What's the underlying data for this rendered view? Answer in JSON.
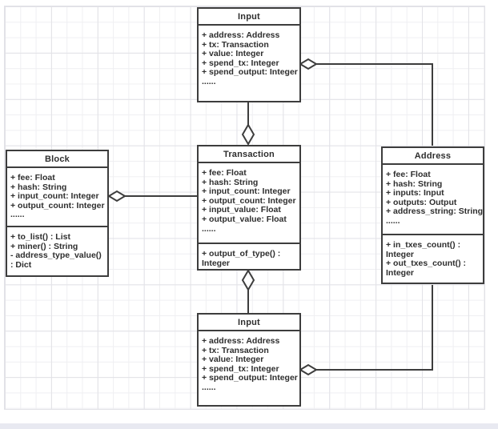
{
  "colors": {
    "stroke": "#3d3d3d",
    "grid_minor": "#efeff2",
    "grid_major": "#e2e2e7",
    "bottom_bar": "#e8e9f1",
    "box_fill": "#ffffff"
  },
  "classes": {
    "input_top": {
      "title": "Input",
      "attributes": [
        "+ address: Address",
        "+ tx: Transaction",
        "+ value: Integer",
        "+ spend_tx: Integer",
        "+ spend_output: Integer",
        "......"
      ]
    },
    "block": {
      "title": "Block",
      "attributes": [
        "+ fee: Float",
        "+ hash: String",
        "+ input_count: Integer",
        "+ output_count: Integer",
        "......"
      ],
      "methods": [
        "+ to_list() : List",
        "+ miner() : String",
        "- address_type_value() : Dict"
      ]
    },
    "transaction": {
      "title": "Transaction",
      "attributes": [
        "+ fee: Float",
        "+ hash: String",
        "+ input_count: Integer",
        "+ output_count: Integer",
        "+ input_value: Float",
        "+ output_value: Float",
        "......"
      ],
      "methods": [
        "+ output_of_type() : Integer"
      ]
    },
    "address": {
      "title": "Address",
      "attributes": [
        "+ fee: Float",
        "+ hash: String",
        "+ inputs: Input",
        "+ outputs: Output",
        "+ address_string: String",
        "......"
      ],
      "methods": [
        "+ in_txes_count() : Integer",
        "+ out_txes_count() : Integer"
      ]
    },
    "input_bottom": {
      "title": "Input",
      "attributes": [
        "+ address: Address",
        "+ tx: Transaction",
        "+ value: Integer",
        "+ spend_tx: Integer",
        "+ spend_output: Integer",
        "......"
      ]
    }
  }
}
